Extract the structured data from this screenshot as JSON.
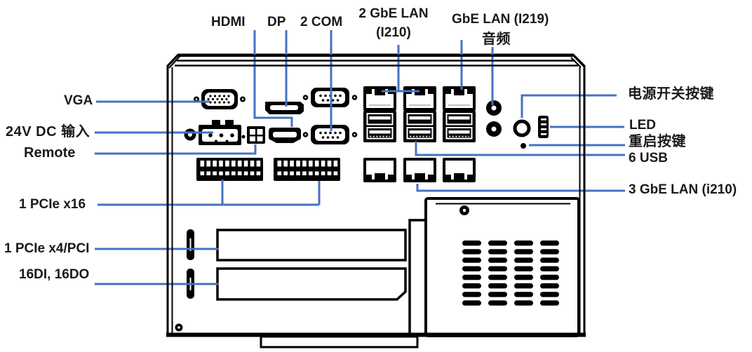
{
  "figure": {
    "colors": {
      "leader": "#4472C4",
      "outline": "#000000",
      "text": "#1a1a1a",
      "background": "#ffffff"
    },
    "labels": {
      "hdmi": "HDMI",
      "dp": "DP",
      "com": "2 COM",
      "lan_i210_line1": "2 GbE LAN",
      "lan_i210_line2": "(I210)",
      "lan_i219": "GbE LAN (I219)",
      "audio": "音频",
      "vga": "VGA",
      "dc_in": "24V DC 输入",
      "remote": "Remote",
      "pcie_x16": "1 PCIe x16",
      "pcie_x4": "1 PCIe x4/PCI",
      "dio_card": "16DI, 16DO",
      "power_btn": "电源开关按键",
      "led": "LED",
      "reset_btn": "重启按键",
      "usb": "6 USB",
      "lan3": "3 GbE LAN (i210)"
    }
  }
}
